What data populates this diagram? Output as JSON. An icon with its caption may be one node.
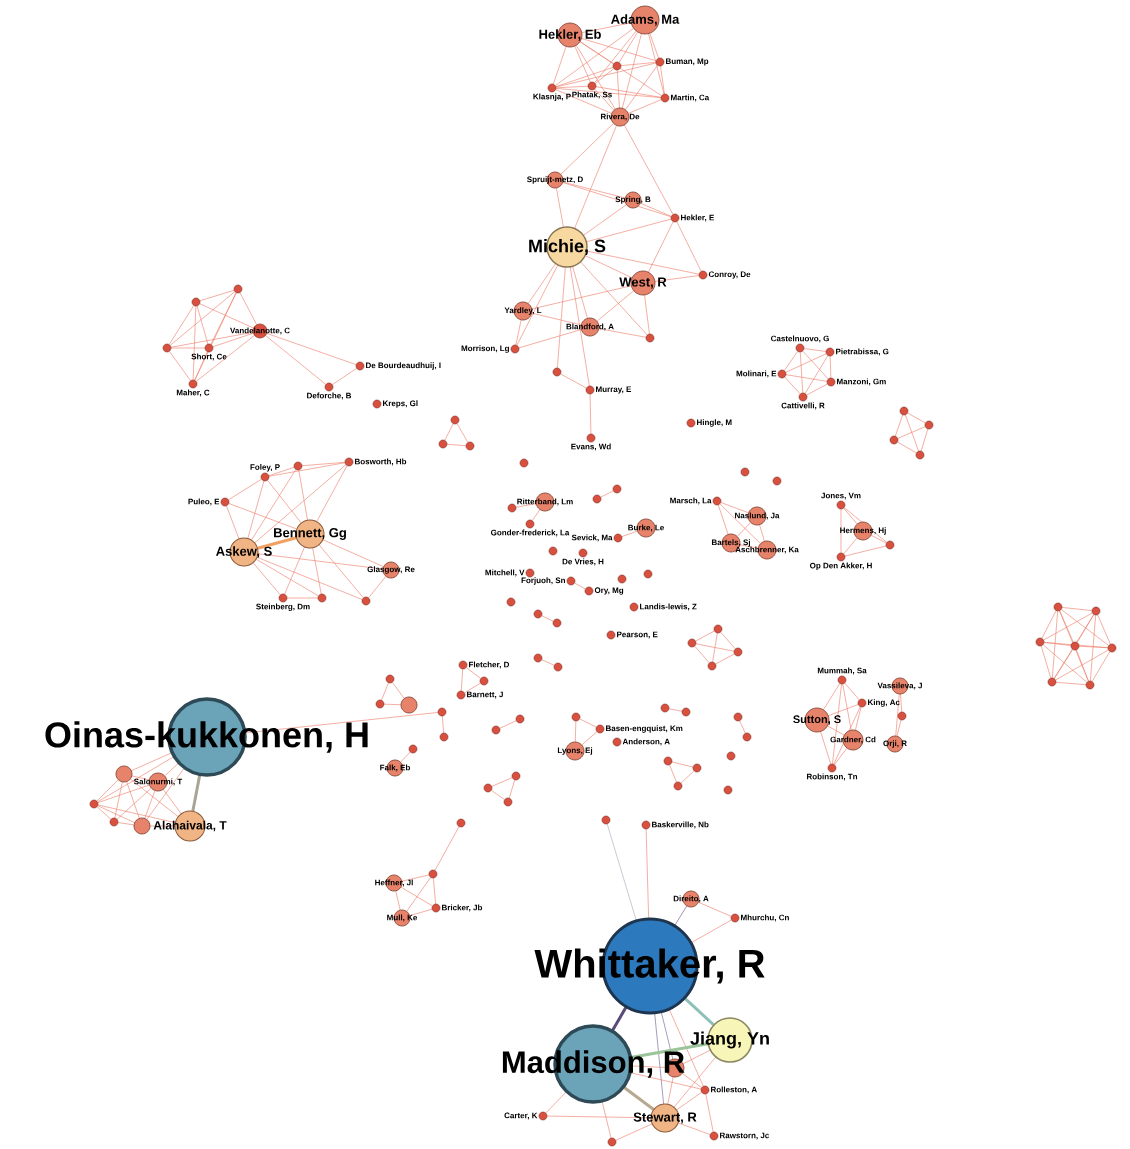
{
  "diagram": {
    "nodes": [
      {
        "text": [
          "Adams, Ma"
        ]
      },
      {
        "text": [
          "Hekler, Eb"
        ]
      },
      {
        "text": [],
        "shape": "circle"
      },
      {
        "text": [
          "Buman, Mp"
        ]
      },
      {
        "text": [
          "Klasnja, P"
        ]
      },
      {
        "text": [
          "Phatak, Ss"
        ]
      },
      {
        "text": [
          "Martin, Ca"
        ]
      },
      {
        "text": [
          "Rivera, De"
        ]
      },
      {
        "text": [
          "Spruijt-metz, D"
        ]
      },
      {
        "text": [
          "Spring, B"
        ]
      },
      {
        "text": [
          "Hekler, E"
        ]
      },
      {
        "text": [
          "Michie, S"
        ]
      },
      {
        "text": [
          "West, R"
        ]
      },
      {
        "text": [
          "Conroy, De"
        ]
      },
      {
        "text": [
          "Yardley, L"
        ]
      },
      {
        "text": [
          "Blandford, A"
        ]
      },
      {
        "text": [],
        "shape": "circle"
      },
      {
        "text": [
          "Morrison, Lg"
        ]
      },
      {
        "text": [],
        "shape": "circle"
      },
      {
        "text": [
          "Murray, E"
        ]
      },
      {
        "text": [
          "Evans, Wd"
        ]
      },
      {
        "text": [
          "Hingle, M"
        ]
      },
      {
        "text": [],
        "shape": "circle"
      },
      {
        "text": [],
        "shape": "circle"
      },
      {
        "text": [
          "Vandelanotte, C"
        ]
      },
      {
        "text": [],
        "shape": "circle"
      },
      {
        "text": [
          "Short, Ce"
        ]
      },
      {
        "text": [
          "Maher, C"
        ]
      },
      {
        "text": [
          "De Bourdeaudhuij, I"
        ]
      },
      {
        "text": [
          "Deforche, B"
        ]
      },
      {
        "text": [
          "Kreps, Gl"
        ]
      },
      {
        "text": [],
        "shape": "circle"
      },
      {
        "text": [],
        "shape": "circle"
      },
      {
        "text": [],
        "shape": "circle"
      },
      {
        "text": [],
        "shape": "circle"
      },
      {
        "text": [
          "Bosworth, Hb"
        ]
      },
      {
        "text": [
          "Foley, P"
        ]
      },
      {
        "text": [
          "Puleo, E"
        ]
      },
      {
        "text": [
          "Bennett, Gg"
        ]
      },
      {
        "text": [
          "Askew, S"
        ]
      },
      {
        "text": [
          "Glasgow, Re"
        ]
      },
      {
        "text": [
          "Steinberg, Dm"
        ]
      },
      {
        "text": [],
        "shape": "circle"
      },
      {
        "text": [],
        "shape": "circle"
      },
      {
        "text": [],
        "shape": "circle"
      },
      {
        "text": [
          "Ritterband, Lm"
        ]
      },
      {
        "text": [],
        "shape": "circle"
      },
      {
        "text": [
          "Gonder-frederick, La"
        ]
      },
      {
        "text": [],
        "shape": "circle"
      },
      {
        "text": [],
        "shape": "circle"
      },
      {
        "text": [
          "Burke, Le"
        ]
      },
      {
        "text": [
          "Sevick, Ma"
        ]
      },
      {
        "text": [],
        "shape": "circle"
      },
      {
        "text": [
          "De Vries, H"
        ]
      },
      {
        "text": [
          "Mitchell, V"
        ]
      },
      {
        "text": [
          "Forjuoh, Sn"
        ]
      },
      {
        "text": [
          "Ory, Mg"
        ]
      },
      {
        "text": [],
        "shape": "circle"
      },
      {
        "text": [],
        "shape": "circle"
      },
      {
        "text": [],
        "shape": "circle"
      },
      {
        "text": [
          "Landis-lewis, Z"
        ]
      },
      {
        "text": [],
        "shape": "circle"
      },
      {
        "text": [],
        "shape": "circle"
      },
      {
        "text": [
          "Pearson, E"
        ]
      },
      {
        "text": [],
        "shape": "circle"
      },
      {
        "text": [],
        "shape": "circle"
      },
      {
        "text": [],
        "shape": "circle"
      },
      {
        "text": [],
        "shape": "circle"
      },
      {
        "text": [],
        "shape": "circle"
      },
      {
        "text": [],
        "shape": "circle"
      },
      {
        "text": [],
        "shape": "circle"
      },
      {
        "text": [],
        "shape": "circle"
      },
      {
        "text": [
          "Marsch, La"
        ]
      },
      {
        "text": [
          "Naslund, Ja"
        ]
      },
      {
        "text": [
          "Bartels, Sj"
        ]
      },
      {
        "text": [
          "Aschbrenner, Ka"
        ]
      },
      {
        "text": [
          "Jones, Vm"
        ]
      },
      {
        "text": [
          "Hermens, Hj"
        ]
      },
      {
        "text": [],
        "shape": "circle"
      },
      {
        "text": [
          "Op Den Akker, H"
        ]
      },
      {
        "text": [
          "Castelnuovo, G"
        ]
      },
      {
        "text": [
          "Pietrabissa, G"
        ]
      },
      {
        "text": [
          "Molinari, E"
        ]
      },
      {
        "text": [
          "Manzoni, Gm"
        ]
      },
      {
        "text": [
          "Cattivelli, R"
        ]
      },
      {
        "text": [],
        "shape": "circle"
      },
      {
        "text": [],
        "shape": "circle"
      },
      {
        "text": [],
        "shape": "circle"
      },
      {
        "text": [],
        "shape": "circle"
      },
      {
        "text": [],
        "shape": "circle"
      },
      {
        "text": [],
        "shape": "circle"
      },
      {
        "text": [],
        "shape": "circle"
      },
      {
        "text": [],
        "shape": "circle"
      },
      {
        "text": [],
        "shape": "circle"
      },
      {
        "text": [],
        "shape": "circle"
      },
      {
        "text": [],
        "shape": "circle"
      },
      {
        "text": [
          "Mummah, Sa"
        ]
      },
      {
        "text": [
          "King, Ac"
        ]
      },
      {
        "text": [
          "Sutton, S"
        ]
      },
      {
        "text": [
          "Gardner, Cd"
        ]
      },
      {
        "text": [
          "Robinson, Tn"
        ]
      },
      {
        "text": [
          "Vassileva, J"
        ]
      },
      {
        "text": [],
        "shape": "circle"
      },
      {
        "text": [
          "Orji, R"
        ]
      },
      {
        "text": [],
        "shape": "circle"
      },
      {
        "text": [],
        "shape": "circle"
      },
      {
        "text": [],
        "shape": "circle"
      },
      {
        "text": [],
        "shape": "circle"
      },
      {
        "text": [],
        "shape": "circle"
      },
      {
        "text": [
          "Fletcher, D"
        ]
      },
      {
        "text": [],
        "shape": "circle"
      },
      {
        "text": [
          "Barnett, J"
        ]
      },
      {
        "text": [],
        "shape": "circle"
      },
      {
        "text": [],
        "shape": "circle"
      },
      {
        "text": [],
        "shape": "circle"
      },
      {
        "text": [
          "Basen-engquist, Km"
        ]
      },
      {
        "text": [
          "Anderson, A"
        ]
      },
      {
        "text": [
          "Lyons, Ej"
        ]
      },
      {
        "text": [],
        "shape": "circle"
      },
      {
        "text": [],
        "shape": "circle"
      },
      {
        "text": [],
        "shape": "circle"
      },
      {
        "text": [],
        "shape": "circle"
      },
      {
        "text": [],
        "shape": "circle"
      },
      {
        "text": [],
        "shape": "circle"
      },
      {
        "text": [],
        "shape": "circle"
      },
      {
        "text": [],
        "shape": "circle"
      },
      {
        "text": [],
        "shape": "circle"
      },
      {
        "text": [],
        "shape": "circle"
      },
      {
        "text": [],
        "shape": "circle"
      },
      {
        "text": [],
        "shape": "circle"
      },
      {
        "text": [],
        "shape": "circle"
      },
      {
        "text": [
          "Falk, Eb"
        ]
      },
      {
        "text": [],
        "shape": "circle"
      },
      {
        "text": [],
        "shape": "circle"
      },
      {
        "text": [
          "Heffner, Jl"
        ]
      },
      {
        "text": [
          "Bricker, Jb"
        ]
      },
      {
        "text": [
          "Mull, Ke"
        ]
      },
      {
        "text": [
          "Oinas-kukkonen, H"
        ]
      },
      {
        "text": [],
        "shape": "circle"
      },
      {
        "text": [],
        "shape": "circle"
      },
      {
        "text": [
          "Salonurmi, T"
        ]
      },
      {
        "text": [],
        "shape": "circle"
      },
      {
        "text": [],
        "shape": "circle"
      },
      {
        "text": [
          "Alahaivala, T"
        ]
      },
      {
        "text": [],
        "shape": "circle"
      },
      {
        "text": [
          "Baskerville, Nb"
        ]
      },
      {
        "text": [
          "Direito, A"
        ]
      },
      {
        "text": [
          "Mhurchu, Cn"
        ]
      },
      {
        "text": [
          "Whittaker, R"
        ]
      },
      {
        "text": [
          "Jiang, Yn"
        ]
      },
      {
        "text": [
          "Maddison, R"
        ]
      },
      {
        "text": [],
        "shape": "circle"
      },
      {
        "text": [
          "Rolleston, A"
        ]
      },
      {
        "text": [
          "Carter, K"
        ]
      },
      {
        "text": [
          "Stewart, R"
        ]
      },
      {
        "text": [
          "Rawstorn, Jc"
        ]
      },
      {
        "text": [],
        "shape": "circle"
      }
    ],
    "edges": [
      {
        "from": 0,
        "to": 1,
        "arrow": "none"
      },
      {
        "from": 0,
        "to": 2,
        "arrow": "none"
      },
      {
        "from": 0,
        "to": 3,
        "arrow": "none"
      },
      {
        "from": 0,
        "to": 4,
        "arrow": "none"
      },
      {
        "from": 0,
        "to": 5,
        "arrow": "none"
      },
      {
        "from": 0,
        "to": 6,
        "arrow": "none"
      },
      {
        "from": 0,
        "to": 7,
        "arrow": "none"
      },
      {
        "from": 1,
        "to": 2,
        "arrow": "none"
      },
      {
        "from": 1,
        "to": 3,
        "arrow": "none"
      },
      {
        "from": 1,
        "to": 4,
        "arrow": "none"
      },
      {
        "from": 1,
        "to": 5,
        "arrow": "none"
      },
      {
        "from": 1,
        "to": 6,
        "arrow": "none"
      },
      {
        "from": 1,
        "to": 7,
        "arrow": "none"
      },
      {
        "from": 2,
        "to": 3,
        "arrow": "none"
      },
      {
        "from": 2,
        "to": 4,
        "arrow": "none"
      },
      {
        "from": 2,
        "to": 5,
        "arrow": "none"
      },
      {
        "from": 2,
        "to": 7,
        "arrow": "none"
      },
      {
        "from": 3,
        "to": 4,
        "arrow": "none"
      },
      {
        "from": 3,
        "to": 6,
        "arrow": "none"
      },
      {
        "from": 3,
        "to": 7,
        "arrow": "none"
      },
      {
        "from": 4,
        "to": 5,
        "arrow": "none"
      },
      {
        "from": 4,
        "to": 6,
        "arrow": "none"
      },
      {
        "from": 4,
        "to": 7,
        "arrow": "none"
      },
      {
        "from": 5,
        "to": 6,
        "arrow": "none"
      },
      {
        "from": 5,
        "to": 7,
        "arrow": "none"
      },
      {
        "from": 6,
        "to": 7,
        "arrow": "none"
      },
      {
        "from": 7,
        "to": 8,
        "arrow": "none"
      },
      {
        "from": 7,
        "to": 11,
        "arrow": "none"
      },
      {
        "from": 7,
        "to": 10,
        "arrow": "none"
      },
      {
        "from": 11,
        "to": 8,
        "arrow": "none"
      },
      {
        "from": 11,
        "to": 9,
        "arrow": "none"
      },
      {
        "from": 11,
        "to": 10,
        "arrow": "none"
      },
      {
        "from": 11,
        "to": 12,
        "arrow": "none"
      },
      {
        "from": 11,
        "to": 13,
        "arrow": "none"
      },
      {
        "from": 11,
        "to": 14,
        "arrow": "none"
      },
      {
        "from": 11,
        "to": 15,
        "arrow": "none"
      },
      {
        "from": 11,
        "to": 16,
        "arrow": "none"
      },
      {
        "from": 11,
        "to": 17,
        "arrow": "none"
      },
      {
        "from": 11,
        "to": 18,
        "arrow": "none"
      },
      {
        "from": 11,
        "to": 19,
        "arrow": "none"
      },
      {
        "from": 8,
        "to": 9,
        "arrow": "none"
      },
      {
        "from": 8,
        "to": 10,
        "arrow": "none"
      },
      {
        "from": 9,
        "to": 10,
        "arrow": "none"
      },
      {
        "from": 10,
        "to": 12,
        "arrow": "none"
      },
      {
        "from": 10,
        "to": 13,
        "arrow": "none"
      },
      {
        "from": 12,
        "to": 13,
        "arrow": "none"
      },
      {
        "from": 12,
        "to": 14,
        "arrow": "none"
      },
      {
        "from": 12,
        "to": 15,
        "arrow": "none"
      },
      {
        "from": 12,
        "to": 16,
        "arrow": "none"
      },
      {
        "from": 14,
        "to": 15,
        "arrow": "none"
      },
      {
        "from": 14,
        "to": 17,
        "arrow": "none"
      },
      {
        "from": 15,
        "to": 17,
        "arrow": "none"
      },
      {
        "from": 15,
        "to": 16,
        "arrow": "none"
      },
      {
        "from": 18,
        "to": 19,
        "arrow": "none"
      },
      {
        "from": 19,
        "to": 20,
        "arrow": "none"
      },
      {
        "from": 22,
        "to": 23,
        "arrow": "none"
      },
      {
        "from": 22,
        "to": 24,
        "arrow": "none"
      },
      {
        "from": 22,
        "to": 25,
        "arrow": "none"
      },
      {
        "from": 22,
        "to": 26,
        "arrow": "none"
      },
      {
        "from": 22,
        "to": 27,
        "arrow": "none"
      },
      {
        "from": 23,
        "to": 24,
        "arrow": "none"
      },
      {
        "from": 23,
        "to": 25,
        "arrow": "none"
      },
      {
        "from": 23,
        "to": 26,
        "arrow": "none"
      },
      {
        "from": 23,
        "to": 27,
        "arrow": "none"
      },
      {
        "from": 24,
        "to": 25,
        "arrow": "none"
      },
      {
        "from": 24,
        "to": 26,
        "arrow": "none"
      },
      {
        "from": 24,
        "to": 27,
        "arrow": "none"
      },
      {
        "from": 24,
        "to": 28,
        "arrow": "none"
      },
      {
        "from": 24,
        "to": 29,
        "arrow": "none"
      },
      {
        "from": 25,
        "to": 26,
        "arrow": "none"
      },
      {
        "from": 25,
        "to": 27,
        "arrow": "none"
      },
      {
        "from": 26,
        "to": 27,
        "arrow": "none"
      },
      {
        "from": 28,
        "to": 29,
        "arrow": "none"
      },
      {
        "from": 31,
        "to": 32,
        "arrow": "none"
      },
      {
        "from": 31,
        "to": 33,
        "arrow": "none"
      },
      {
        "from": 32,
        "to": 33,
        "arrow": "none"
      },
      {
        "from": 34,
        "to": 35,
        "arrow": "none"
      },
      {
        "from": 34,
        "to": 36,
        "arrow": "none"
      },
      {
        "from": 34,
        "to": 38,
        "arrow": "none"
      },
      {
        "from": 34,
        "to": 39,
        "arrow": "none"
      },
      {
        "from": 35,
        "to": 36,
        "arrow": "none"
      },
      {
        "from": 35,
        "to": 38,
        "arrow": "none"
      },
      {
        "from": 35,
        "to": 39,
        "arrow": "none"
      },
      {
        "from": 36,
        "to": 37,
        "arrow": "none"
      },
      {
        "from": 36,
        "to": 38,
        "arrow": "none"
      },
      {
        "from": 36,
        "to": 39,
        "arrow": "none"
      },
      {
        "from": 37,
        "to": 39,
        "arrow": "none"
      },
      {
        "from": 37,
        "to": 38,
        "arrow": "none"
      },
      {
        "from": 38,
        "to": 39,
        "arrow": "none",
        "style": "thick",
        "color": "#f0a060"
      },
      {
        "from": 38,
        "to": 40,
        "arrow": "none"
      },
      {
        "from": 38,
        "to": 41,
        "arrow": "none"
      },
      {
        "from": 38,
        "to": 42,
        "arrow": "none"
      },
      {
        "from": 38,
        "to": 43,
        "arrow": "none"
      },
      {
        "from": 39,
        "to": 40,
        "arrow": "none"
      },
      {
        "from": 39,
        "to": 41,
        "arrow": "none"
      },
      {
        "from": 39,
        "to": 42,
        "arrow": "none"
      },
      {
        "from": 39,
        "to": 43,
        "arrow": "none"
      },
      {
        "from": 40,
        "to": 43,
        "arrow": "none"
      },
      {
        "from": 41,
        "to": 42,
        "arrow": "none"
      },
      {
        "from": 45,
        "to": 46,
        "arrow": "none"
      },
      {
        "from": 45,
        "to": 47,
        "arrow": "none"
      },
      {
        "from": 48,
        "to": 49,
        "arrow": "none"
      },
      {
        "from": 50,
        "to": 51,
        "arrow": "none"
      },
      {
        "from": 55,
        "to": 56,
        "arrow": "none"
      },
      {
        "from": 61,
        "to": 62,
        "arrow": "none"
      },
      {
        "from": 64,
        "to": 65,
        "arrow": "none"
      },
      {
        "from": 66,
        "to": 67,
        "arrow": "none"
      },
      {
        "from": 66,
        "to": 68,
        "arrow": "none"
      },
      {
        "from": 66,
        "to": 69,
        "arrow": "none"
      },
      {
        "from": 67,
        "to": 68,
        "arrow": "none"
      },
      {
        "from": 67,
        "to": 69,
        "arrow": "none"
      },
      {
        "from": 68,
        "to": 69,
        "arrow": "none"
      },
      {
        "from": 72,
        "to": 73,
        "arrow": "none"
      },
      {
        "from": 72,
        "to": 74,
        "arrow": "none"
      },
      {
        "from": 72,
        "to": 75,
        "arrow": "none"
      },
      {
        "from": 73,
        "to": 74,
        "arrow": "none"
      },
      {
        "from": 73,
        "to": 75,
        "arrow": "none"
      },
      {
        "from": 74,
        "to": 75,
        "arrow": "none"
      },
      {
        "from": 76,
        "to": 77,
        "arrow": "none"
      },
      {
        "from": 76,
        "to": 78,
        "arrow": "none"
      },
      {
        "from": 76,
        "to": 79,
        "arrow": "none"
      },
      {
        "from": 77,
        "to": 78,
        "arrow": "none"
      },
      {
        "from": 77,
        "to": 79,
        "arrow": "none"
      },
      {
        "from": 78,
        "to": 79,
        "arrow": "none"
      },
      {
        "from": 80,
        "to": 81,
        "arrow": "none"
      },
      {
        "from": 80,
        "to": 82,
        "arrow": "none"
      },
      {
        "from": 80,
        "to": 83,
        "arrow": "none"
      },
      {
        "from": 80,
        "to": 84,
        "arrow": "none"
      },
      {
        "from": 81,
        "to": 82,
        "arrow": "none"
      },
      {
        "from": 81,
        "to": 83,
        "arrow": "none"
      },
      {
        "from": 81,
        "to": 84,
        "arrow": "none"
      },
      {
        "from": 82,
        "to": 83,
        "arrow": "none"
      },
      {
        "from": 82,
        "to": 84,
        "arrow": "none"
      },
      {
        "from": 83,
        "to": 84,
        "arrow": "none"
      },
      {
        "from": 85,
        "to": 86,
        "arrow": "none"
      },
      {
        "from": 85,
        "to": 87,
        "arrow": "none"
      },
      {
        "from": 85,
        "to": 88,
        "arrow": "none"
      },
      {
        "from": 86,
        "to": 87,
        "arrow": "none"
      },
      {
        "from": 86,
        "to": 88,
        "arrow": "none"
      },
      {
        "from": 87,
        "to": 88,
        "arrow": "none"
      },
      {
        "from": 89,
        "to": 90,
        "arrow": "none"
      },
      {
        "from": 89,
        "to": 91,
        "arrow": "none"
      },
      {
        "from": 89,
        "to": 92,
        "arrow": "none"
      },
      {
        "from": 89,
        "to": 93,
        "arrow": "none"
      },
      {
        "from": 89,
        "to": 94,
        "arrow": "none"
      },
      {
        "from": 89,
        "to": 95,
        "arrow": "none"
      },
      {
        "from": 90,
        "to": 91,
        "arrow": "none"
      },
      {
        "from": 90,
        "to": 92,
        "arrow": "none"
      },
      {
        "from": 90,
        "to": 93,
        "arrow": "none"
      },
      {
        "from": 90,
        "to": 94,
        "arrow": "none"
      },
      {
        "from": 90,
        "to": 95,
        "arrow": "none"
      },
      {
        "from": 91,
        "to": 92,
        "arrow": "none"
      },
      {
        "from": 91,
        "to": 93,
        "arrow": "none"
      },
      {
        "from": 91,
        "to": 94,
        "arrow": "none"
      },
      {
        "from": 91,
        "to": 95,
        "arrow": "none"
      },
      {
        "from": 92,
        "to": 93,
        "arrow": "none"
      },
      {
        "from": 92,
        "to": 94,
        "arrow": "none"
      },
      {
        "from": 92,
        "to": 95,
        "arrow": "none"
      },
      {
        "from": 93,
        "to": 94,
        "arrow": "none"
      },
      {
        "from": 93,
        "to": 95,
        "arrow": "none"
      },
      {
        "from": 94,
        "to": 95,
        "arrow": "none"
      },
      {
        "from": 96,
        "to": 97,
        "arrow": "none"
      },
      {
        "from": 96,
        "to": 98,
        "arrow": "none"
      },
      {
        "from": 96,
        "to": 99,
        "arrow": "none"
      },
      {
        "from": 96,
        "to": 100,
        "arrow": "none"
      },
      {
        "from": 97,
        "to": 98,
        "arrow": "none"
      },
      {
        "from": 97,
        "to": 99,
        "arrow": "none"
      },
      {
        "from": 97,
        "to": 100,
        "arrow": "none"
      },
      {
        "from": 98,
        "to": 99,
        "arrow": "none"
      },
      {
        "from": 98,
        "to": 100,
        "arrow": "none"
      },
      {
        "from": 99,
        "to": 100,
        "arrow": "none"
      },
      {
        "from": 101,
        "to": 102,
        "arrow": "none"
      },
      {
        "from": 101,
        "to": 103,
        "arrow": "none"
      },
      {
        "from": 102,
        "to": 103,
        "arrow": "none"
      },
      {
        "from": 104,
        "to": 105,
        "arrow": "none"
      },
      {
        "from": 106,
        "to": 107,
        "arrow": "none"
      },
      {
        "from": 109,
        "to": 110,
        "arrow": "none"
      },
      {
        "from": 109,
        "to": 111,
        "arrow": "none"
      },
      {
        "from": 110,
        "to": 111,
        "arrow": "none"
      },
      {
        "from": 112,
        "to": 113,
        "arrow": "none"
      },
      {
        "from": 114,
        "to": 115,
        "arrow": "none"
      },
      {
        "from": 114,
        "to": 117,
        "arrow": "none"
      },
      {
        "from": 115,
        "to": 117,
        "arrow": "none"
      },
      {
        "from": 118,
        "to": 119,
        "arrow": "none"
      },
      {
        "from": 118,
        "to": 120,
        "arrow": "none"
      },
      {
        "from": 119,
        "to": 120,
        "arrow": "none"
      },
      {
        "from": 122,
        "to": 123,
        "arrow": "none"
      },
      {
        "from": 122,
        "to": 124,
        "arrow": "none"
      },
      {
        "from": 123,
        "to": 124,
        "arrow": "none"
      },
      {
        "from": 125,
        "to": 126,
        "arrow": "none"
      },
      {
        "from": 125,
        "to": 127,
        "arrow": "none"
      },
      {
        "from": 126,
        "to": 127,
        "arrow": "none"
      },
      {
        "from": 128,
        "to": 129,
        "arrow": "none"
      },
      {
        "from": 128,
        "to": 137,
        "arrow": "none"
      },
      {
        "from": 130,
        "to": 131,
        "arrow": "none"
      },
      {
        "from": 132,
        "to": 133,
        "arrow": "none"
      },
      {
        "from": 133,
        "to": 134,
        "arrow": "none"
      },
      {
        "from": 133,
        "to": 135,
        "arrow": "none"
      },
      {
        "from": 133,
        "to": 136,
        "arrow": "none"
      },
      {
        "from": 134,
        "to": 135,
        "arrow": "none"
      },
      {
        "from": 134,
        "to": 136,
        "arrow": "none"
      },
      {
        "from": 135,
        "to": 136,
        "arrow": "none"
      },
      {
        "from": 137,
        "to": 138,
        "arrow": "none"
      },
      {
        "from": 137,
        "to": 139,
        "arrow": "none"
      },
      {
        "from": 137,
        "to": 140,
        "arrow": "none"
      },
      {
        "from": 137,
        "to": 142,
        "arrow": "none"
      },
      {
        "from": 137,
        "to": 143,
        "arrow": "none",
        "style": "thick",
        "color": "#a8a496"
      },
      {
        "from": 138,
        "to": 139,
        "arrow": "none"
      },
      {
        "from": 138,
        "to": 140,
        "arrow": "none"
      },
      {
        "from": 138,
        "to": 141,
        "arrow": "none"
      },
      {
        "from": 138,
        "to": 142,
        "arrow": "none"
      },
      {
        "from": 138,
        "to": 143,
        "arrow": "none"
      },
      {
        "from": 139,
        "to": 140,
        "arrow": "none"
      },
      {
        "from": 139,
        "to": 141,
        "arrow": "none"
      },
      {
        "from": 139,
        "to": 142,
        "arrow": "none"
      },
      {
        "from": 139,
        "to": 143,
        "arrow": "none"
      },
      {
        "from": 140,
        "to": 141,
        "arrow": "none"
      },
      {
        "from": 140,
        "to": 142,
        "arrow": "none"
      },
      {
        "from": 140,
        "to": 143,
        "arrow": "none"
      },
      {
        "from": 141,
        "to": 142,
        "arrow": "none"
      },
      {
        "from": 142,
        "to": 143,
        "arrow": "none"
      },
      {
        "from": 144,
        "to": 148,
        "arrow": "none",
        "color": "#b0a0b8"
      },
      {
        "from": 145,
        "to": 148,
        "arrow": "none"
      },
      {
        "from": 146,
        "to": 148,
        "arrow": "none",
        "color": "#6a4a7a"
      },
      {
        "from": 147,
        "to": 148,
        "arrow": "none"
      },
      {
        "from": 146,
        "to": 147,
        "arrow": "none"
      },
      {
        "from": 148,
        "to": 149,
        "arrow": "none",
        "style": "thick",
        "color": "#8fc0b8"
      },
      {
        "from": 148,
        "to": 150,
        "arrow": "none",
        "style": "thick",
        "color": "#5a4a78"
      },
      {
        "from": 148,
        "to": 151,
        "arrow": "none",
        "color": "#6a5a8a"
      },
      {
        "from": 148,
        "to": 152,
        "arrow": "none"
      },
      {
        "from": 148,
        "to": 154,
        "arrow": "none",
        "color": "#6a5a8a"
      },
      {
        "from": 149,
        "to": 150,
        "arrow": "none",
        "style": "thick",
        "color": "#9cc49a"
      },
      {
        "from": 149,
        "to": 151,
        "arrow": "none"
      },
      {
        "from": 149,
        "to": 154,
        "arrow": "none"
      },
      {
        "from": 150,
        "to": 151,
        "arrow": "none"
      },
      {
        "from": 150,
        "to": 152,
        "arrow": "none"
      },
      {
        "from": 150,
        "to": 153,
        "arrow": "none"
      },
      {
        "from": 150,
        "to": 154,
        "arrow": "none",
        "style": "thick",
        "color": "#b8a890"
      },
      {
        "from": 150,
        "to": 156,
        "arrow": "none"
      },
      {
        "from": 151,
        "to": 152,
        "arrow": "none"
      },
      {
        "from": 151,
        "to": 154,
        "arrow": "none"
      },
      {
        "from": 152,
        "to": 154,
        "arrow": "none"
      },
      {
        "from": 152,
        "to": 155,
        "arrow": "none"
      },
      {
        "from": 153,
        "to": 154,
        "arrow": "none"
      },
      {
        "from": 154,
        "to": 155,
        "arrow": "none"
      },
      {
        "from": 154,
        "to": 156,
        "arrow": "none"
      }
    ]
  }
}
